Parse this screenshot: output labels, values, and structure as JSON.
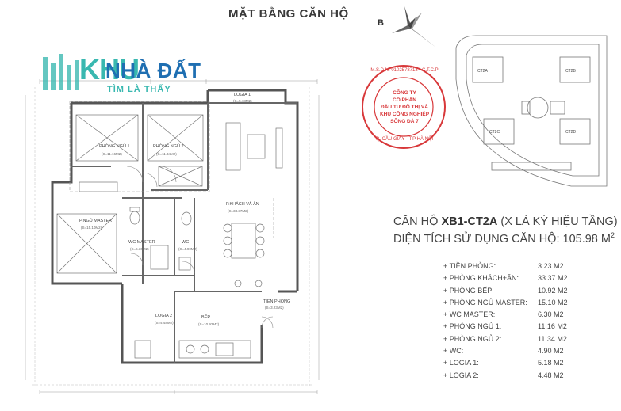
{
  "page": {
    "title": "MẶT BẰNG CĂN HỘ",
    "compass_label": "B"
  },
  "watermark": {
    "brand_a": "KHU",
    "brand_b": "NHÀ ĐẤT",
    "tagline": "TÌM LÀ THẤY"
  },
  "stamp": {
    "ring_text": "M.S.D.N: 0102578713 - C.T.C.P",
    "line1": "CÔNG TY",
    "line2": "CỔ PHẦN",
    "line3": "ĐẦU TƯ ĐÔ THỊ VÀ",
    "line4": "KHU CÔNG NGHIỆP",
    "line5": "SÔNG ĐÀ 7",
    "bottom": "Q. CẦU GIẤY - T.P HÀ NỘI",
    "color": "#d8383a"
  },
  "site_plan": {
    "labels": [
      "CT2A",
      "CT2B",
      "CT2C",
      "CT2D"
    ]
  },
  "plan": {
    "rooms": [
      {
        "name": "LOGIA 1",
        "area": "(S=5.18M2)"
      },
      {
        "name": "PHÒNG NGỦ 1",
        "area": "(S=11.16M2)"
      },
      {
        "name": "PHÒNG NGỦ 2",
        "area": "(S=11.34M2)"
      },
      {
        "name": "P.NGỦ MASTER",
        "area": "(S=15.10M2)"
      },
      {
        "name": "P.KHÁCH VÀ ĂN",
        "area": "(S=33.37M2)"
      },
      {
        "name": "WC MASTER",
        "area": "(S=6.30M2)"
      },
      {
        "name": "WC",
        "area": "(S=4.90M2)"
      },
      {
        "name": "TIỀN PHÒNG",
        "area": "(S=3.23M2)"
      },
      {
        "name": "LOGIA 2",
        "area": "(S=4.48M2)"
      },
      {
        "name": "BẾP",
        "area": "(S=10.92M2)"
      }
    ]
  },
  "apartment": {
    "title_prefix": "CĂN HỘ",
    "code": "XB1-CT2A",
    "title_suffix": "(X LÀ KÝ HIỆU TẦNG)",
    "area_text": "DIỆN TÍCH SỬ DỤNG CĂN HỘ: 105.98 M",
    "area_sup": "2"
  },
  "areas": [
    {
      "name": "+ TIỀN PHÒNG:",
      "value": "3.23 M2"
    },
    {
      "name": "+ PHÒNG KHÁCH+ĂN:",
      "value": "33.37 M2"
    },
    {
      "name": "+ PHÒNG BẾP:",
      "value": "10.92 M2"
    },
    {
      "name": "+ PHÒNG NGỦ MASTER:",
      "value": "15.10 M2"
    },
    {
      "name": "+ WC MASTER:",
      "value": "6.30 M2"
    },
    {
      "name": "+ PHÒNG NGỦ 1:",
      "value": "11.16 M2"
    },
    {
      "name": "+ PHÒNG NGỦ 2:",
      "value": "11.34 M2"
    },
    {
      "name": "+ WC:",
      "value": "4.90 M2"
    },
    {
      "name": "+ LOGIA 1:",
      "value": "5.18 M2"
    },
    {
      "name": "+ LOGIA 2:",
      "value": "4.48 M2"
    }
  ]
}
